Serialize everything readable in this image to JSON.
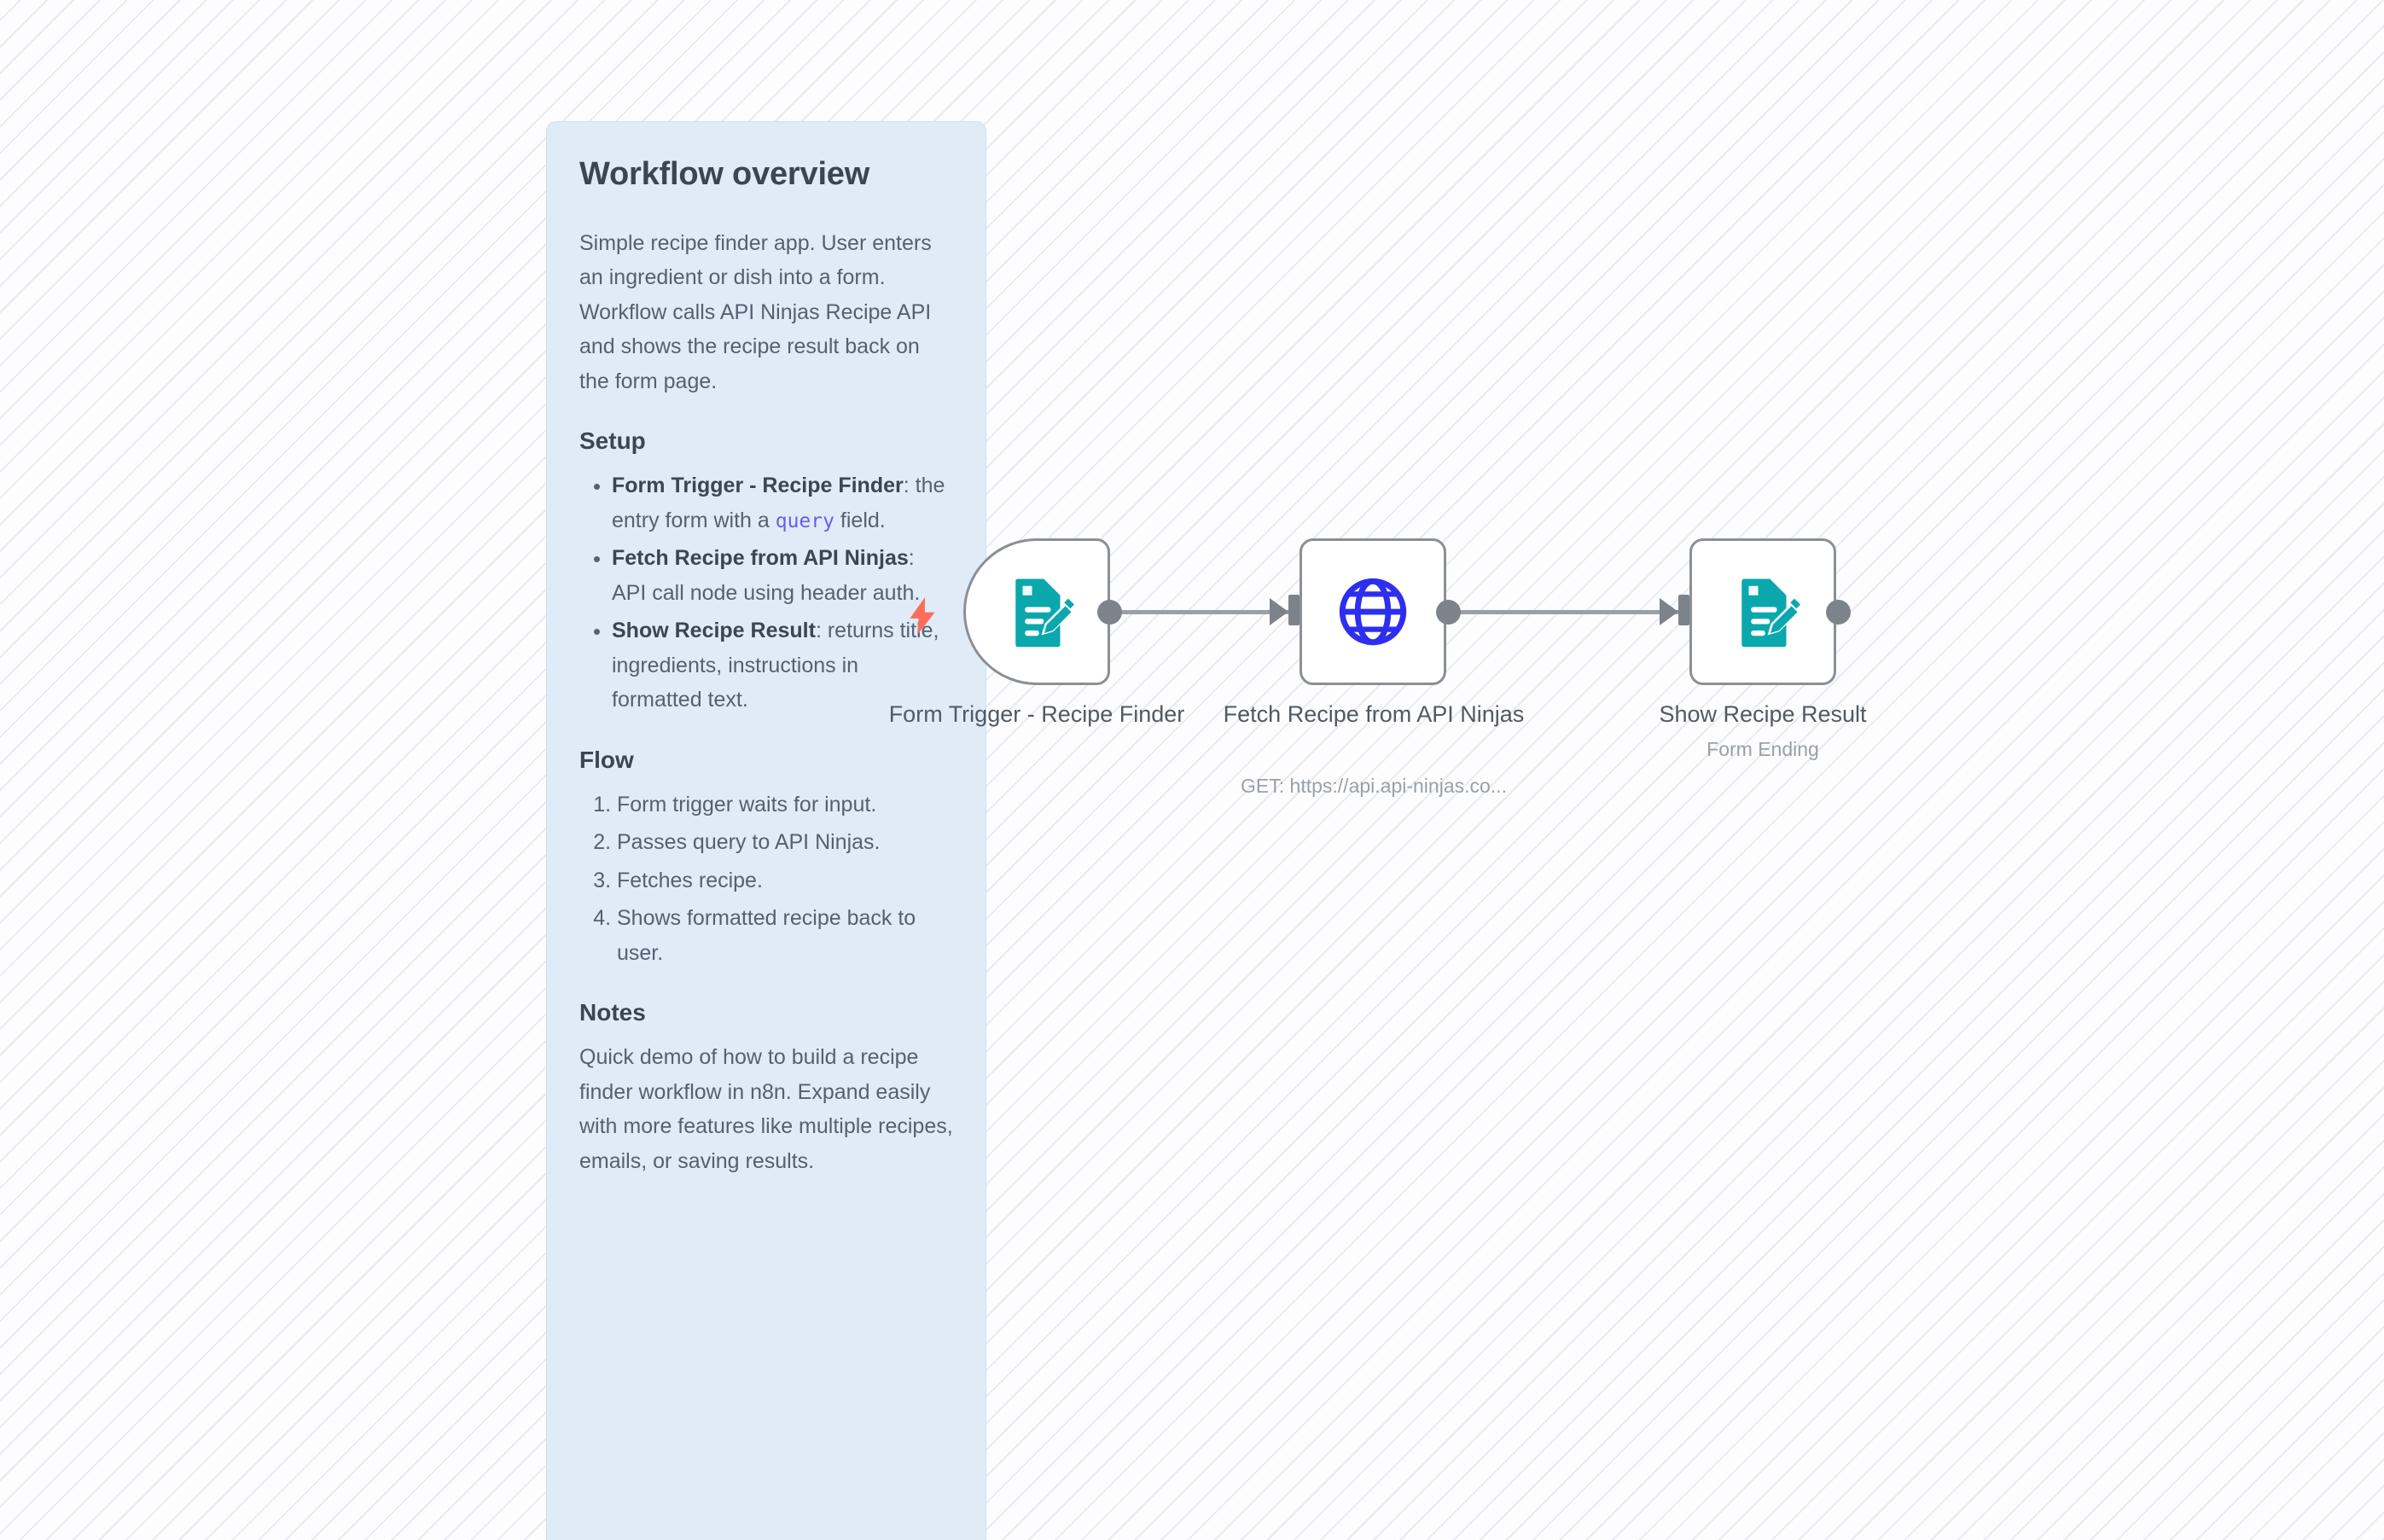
{
  "canvas": {
    "background_color": "#fbfbfd",
    "stripe_color": "#e9e9f2"
  },
  "sticky_note": {
    "background_color": "#dfecf8",
    "title": "Workflow overview",
    "intro": "Simple recipe finder app. User enters an ingredient or dish into a form. Workflow calls API Ninjas Recipe API and shows the recipe result back on the form page.",
    "setup_heading": "Setup",
    "setup_items": [
      {
        "name": "Form Trigger - Recipe Finder",
        "sep": ": ",
        "text_before": "the entry form with a ",
        "code": "query",
        "text_after": " field."
      },
      {
        "name": "Fetch Recipe from API Ninjas",
        "sep": ": ",
        "text_before": "API call node using header auth.",
        "code": "",
        "text_after": ""
      },
      {
        "name": "Show Recipe Result",
        "sep": ": ",
        "text_before": "returns title, ingredients, instructions in formatted text.",
        "code": "",
        "text_after": ""
      }
    ],
    "flow_heading": "Flow",
    "flow_items": [
      "Form trigger waits for input.",
      "Passes query to API Ninjas.",
      "Fetches recipe.",
      "Shows formatted recipe back to user."
    ],
    "notes_heading": "Notes",
    "notes_text": "Quick demo of how to build a recipe finder workflow in n8n. Expand easily with more features like multiple recipes, emails, or saving results.",
    "code_color": "#6b5ce7"
  },
  "workflow": {
    "nodes": [
      {
        "id": "form-trigger-recipe-finder",
        "label": "Form Trigger - Recipe Finder",
        "subtitle": "",
        "icon": "form-document-pencil-icon",
        "icon_color": "#0aa8ad",
        "shape": "trigger",
        "has_trigger_bolt": true,
        "bolt_color": "#ff6d5a"
      },
      {
        "id": "fetch-recipe-from-api-ninjas",
        "label": "Fetch Recipe from API Ninjas",
        "subtitle": "GET: https://api.api-ninjas.co...",
        "icon": "globe-icon",
        "icon_color": "#2e2ef0",
        "shape": "rect",
        "has_trigger_bolt": false,
        "bolt_color": ""
      },
      {
        "id": "show-recipe-result",
        "label": "Show Recipe Result",
        "subtitle": "Form Ending",
        "icon": "form-document-pencil-icon",
        "icon_color": "#0aa8ad",
        "shape": "rect",
        "has_trigger_bolt": false,
        "bolt_color": ""
      }
    ],
    "connections": [
      {
        "from": "form-trigger-recipe-finder",
        "to": "fetch-recipe-from-api-ninjas"
      },
      {
        "from": "fetch-recipe-from-api-ninjas",
        "to": "show-recipe-result"
      }
    ],
    "node_border_color": "#8a8f98",
    "port_color": "#7d838b",
    "connector_color": "#9aa0a8"
  }
}
